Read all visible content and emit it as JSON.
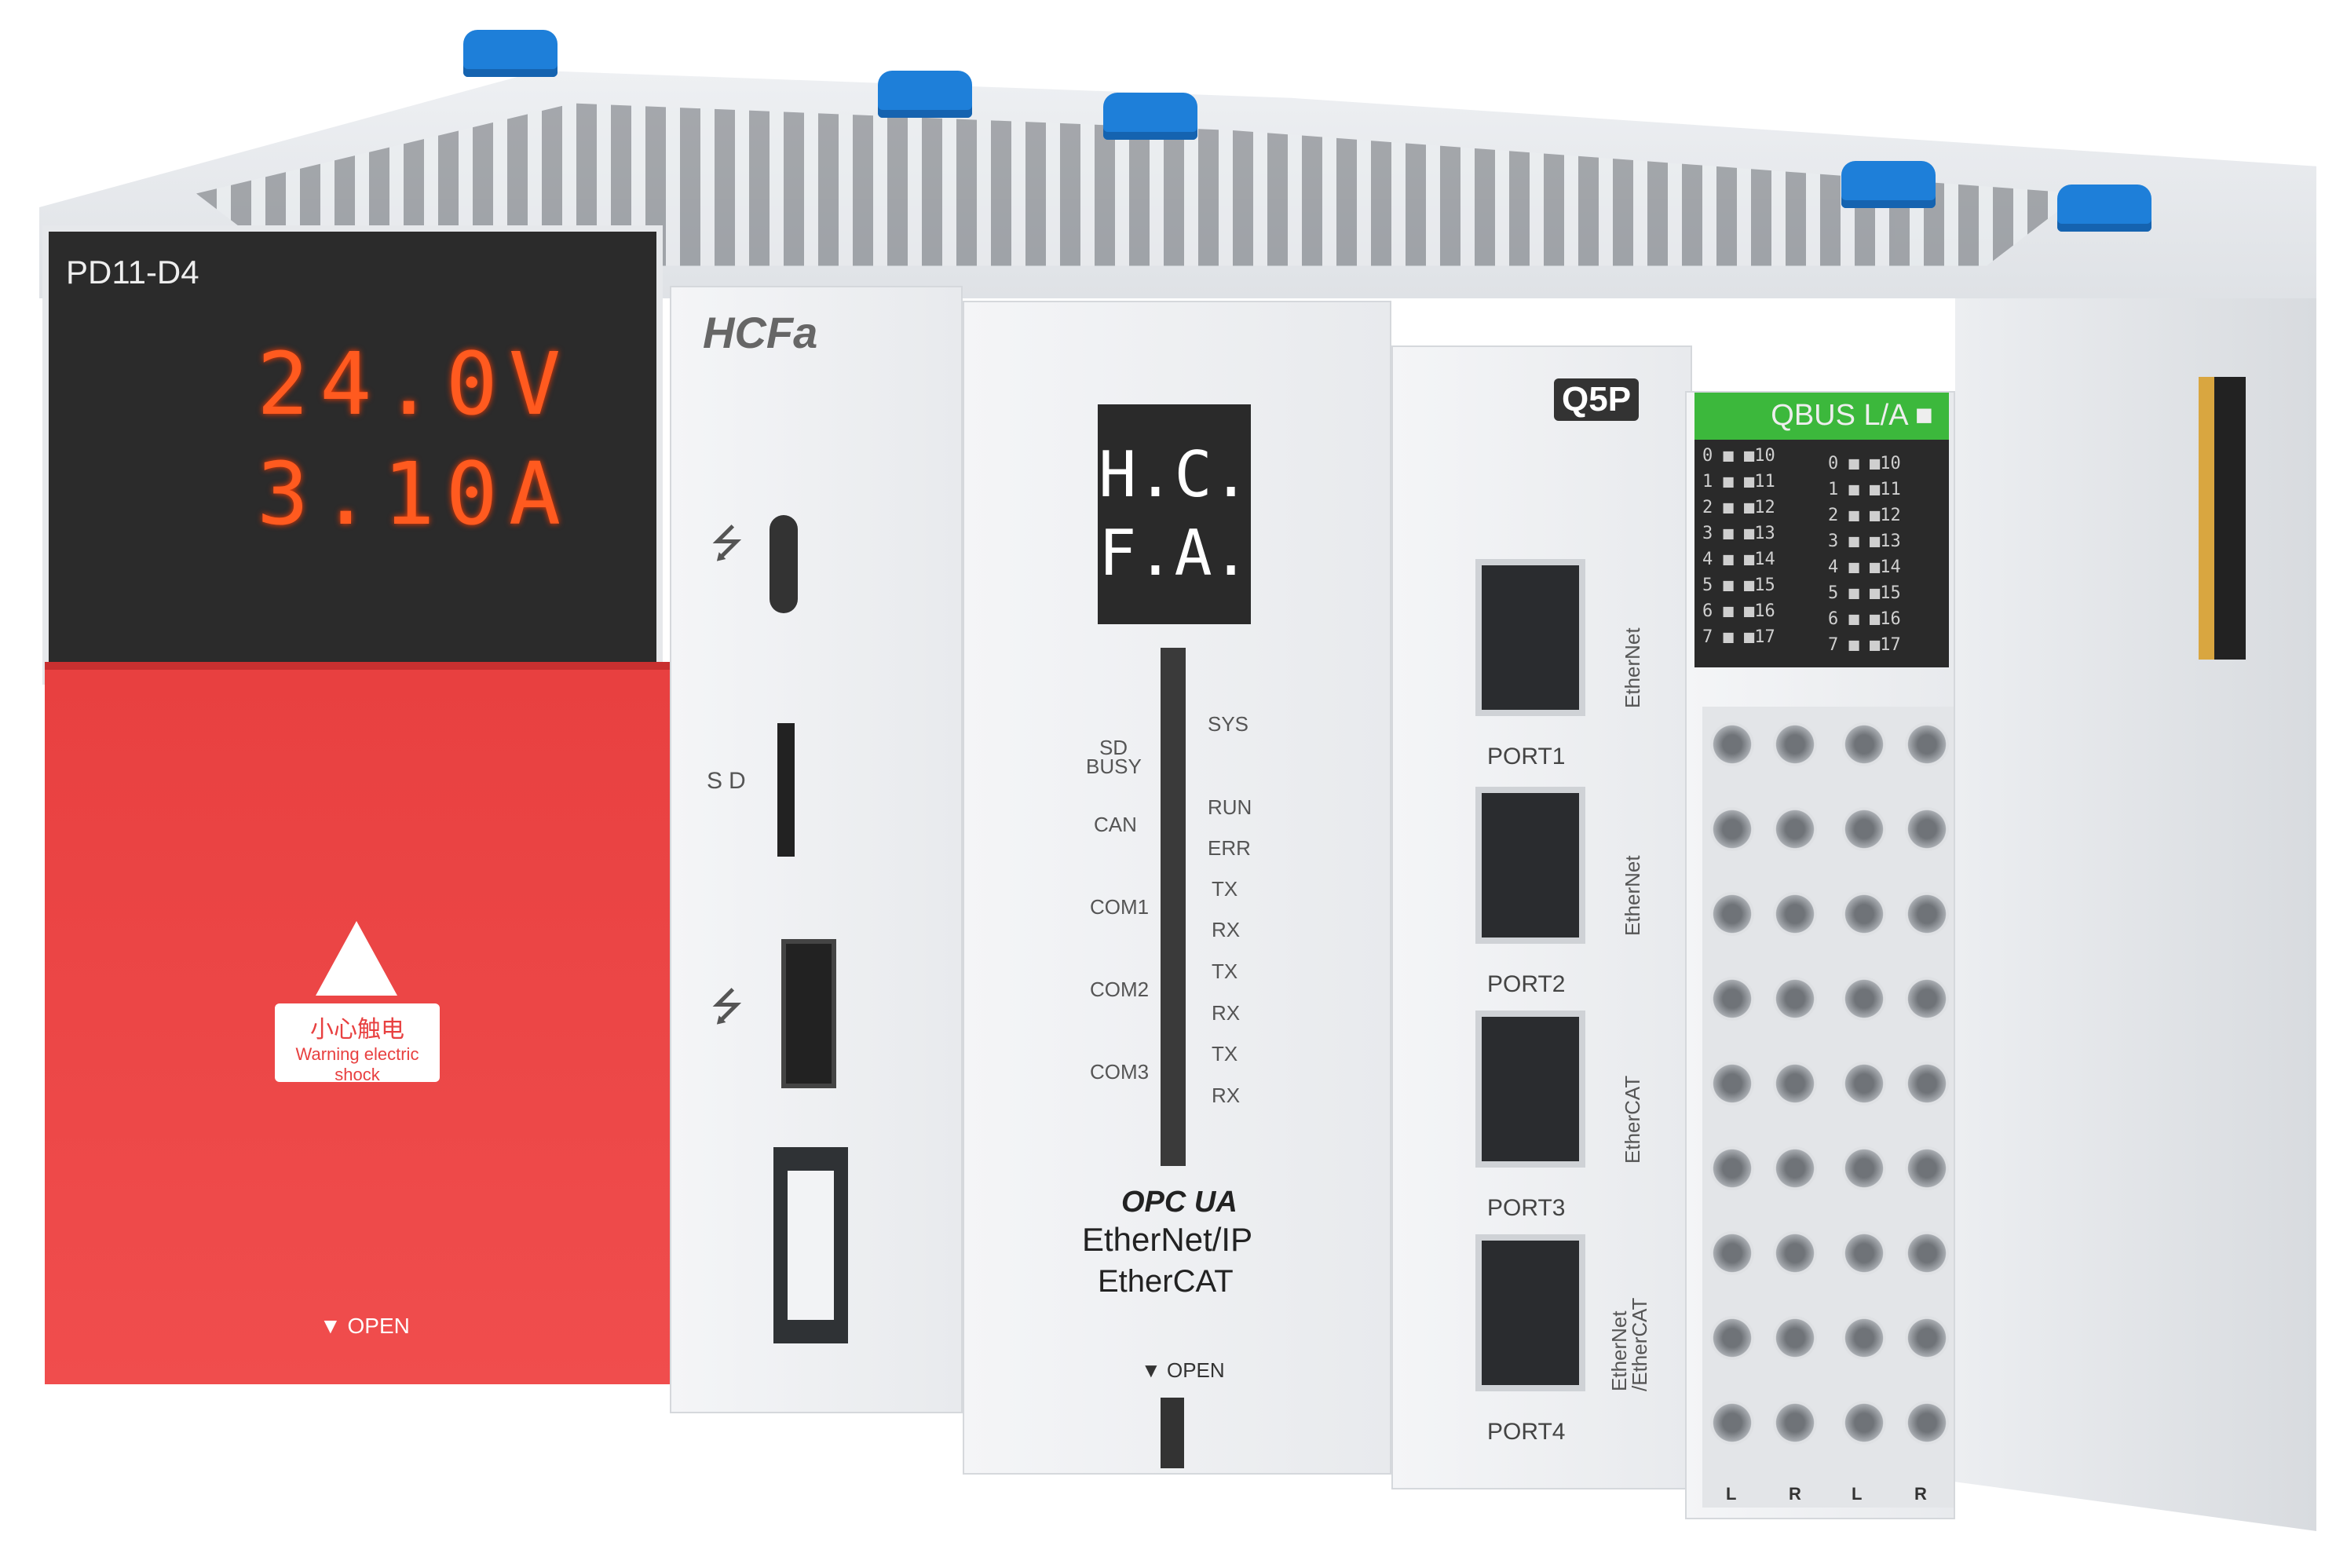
{
  "power_module": {
    "model": "PD11-D4",
    "voltage": "24.0V",
    "current": "3.10A",
    "warning_cn": "小心触电",
    "warning_en": "Warning electric shock",
    "open_label": "OPEN"
  },
  "io_module_usb": {
    "brand": "HCFa",
    "sd_label": "SD"
  },
  "cpu_module": {
    "display_line1": "H.C.",
    "display_line2": "F.A.",
    "leds_right": [
      "SYS",
      "RUN",
      "ERR",
      "TX",
      "RX",
      "TX",
      "RX",
      "TX",
      "RX"
    ],
    "leds_left": [
      "SD BUSY",
      "CAN",
      "COM1",
      "COM2",
      "COM3"
    ],
    "protocols": [
      "OPC UA",
      "EtherNet/IP",
      "EtherCAT"
    ],
    "open_label": "OPEN"
  },
  "port_module": {
    "logo": "Q5P",
    "ports": [
      {
        "label": "PORT1",
        "type": "EtherNet"
      },
      {
        "label": "PORT2",
        "type": "EtherNet"
      },
      {
        "label": "PORT3",
        "type": "EtherCAT"
      },
      {
        "label": "PORT4",
        "type": "EtherNet /EtherCAT"
      }
    ]
  },
  "qbus_module": {
    "header": "QBUS L/A",
    "channels_left": [
      "0",
      "1",
      "2",
      "3",
      "4",
      "5",
      "6",
      "7"
    ],
    "channels_right": [
      "10",
      "11",
      "12",
      "13",
      "14",
      "15",
      "16",
      "17"
    ],
    "terminal_labels": [
      "L",
      "R"
    ]
  },
  "colors": {
    "clip": "#1e7fd9",
    "cover": "#f04a4a",
    "qbus": "#3cb83c",
    "seg": "#ff5a1f"
  }
}
